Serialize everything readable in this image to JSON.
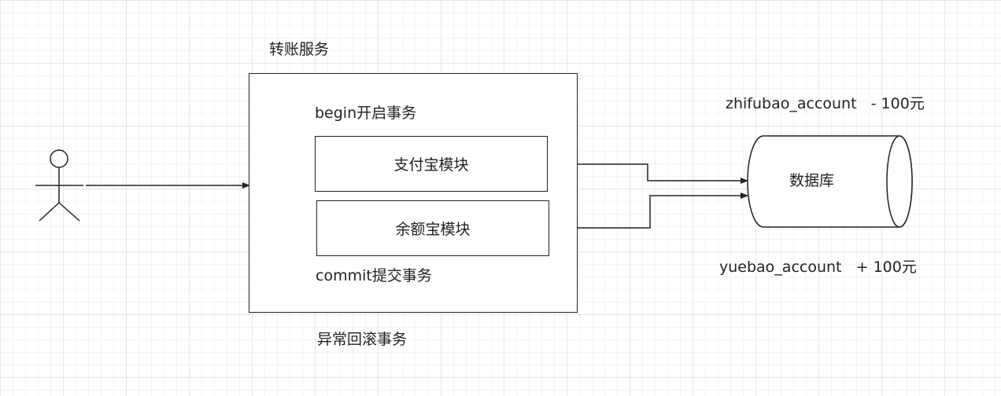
{
  "service_title": "转账服务",
  "begin_label": "begin开启事务",
  "modules": {
    "alipay": "支付宝模块",
    "yuebao": "余额宝模块"
  },
  "commit_label": "commit提交事务",
  "rollback_label": "异常回滚事务",
  "database_label": "数据库",
  "accounts": {
    "zhifubao": "zhifubao_account   - 100元",
    "yuebao": "yuebao_account   + 100元"
  },
  "colors": {
    "stroke": "#222222",
    "background": "#ffffff",
    "grid": "#e6e6e6"
  }
}
